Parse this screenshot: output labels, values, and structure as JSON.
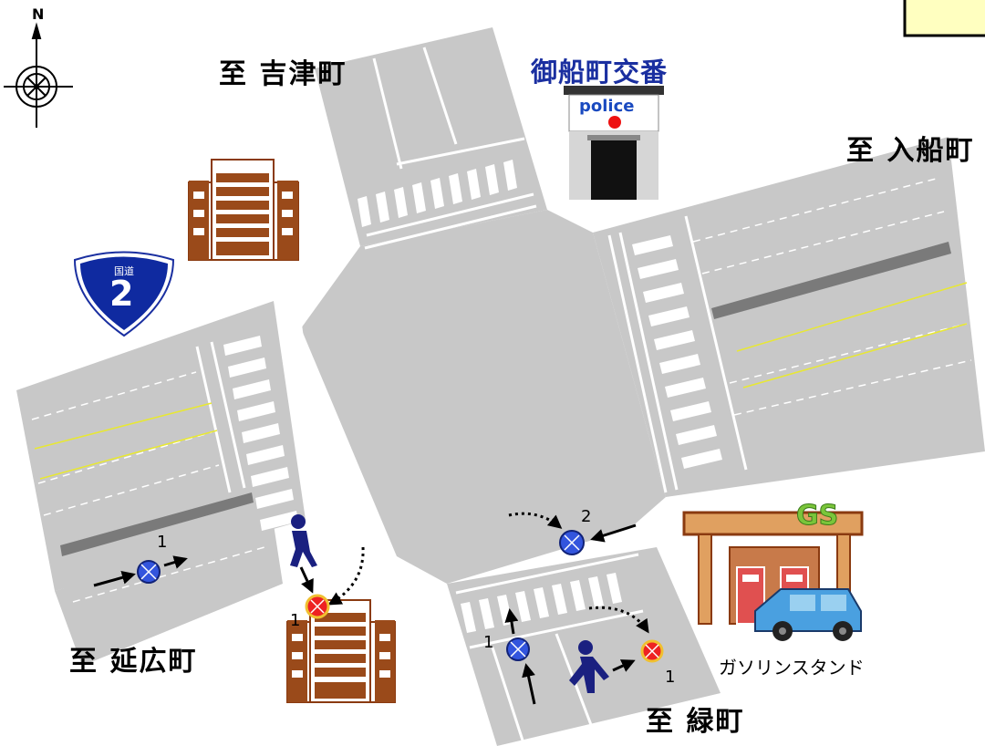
{
  "compass": {
    "north_label": "N"
  },
  "route_sign": {
    "kanji": "国道",
    "number": "2"
  },
  "destinations": {
    "north": "至 吉津町",
    "east": "至 入船町",
    "west": "至 延広町",
    "south": "至 緑町"
  },
  "police_box": {
    "title": "御船町交番",
    "sign": "police"
  },
  "gas_station": {
    "sign": "GS",
    "caption": "ガソリンスタンド"
  },
  "markers": {
    "west_blue": "1",
    "center_blue": "2",
    "west_red": "1",
    "south_blue": "1",
    "south_red": "1"
  },
  "colors": {
    "road": "#c8c8c8",
    "median": "#808080",
    "center_line": "#e8e832",
    "police_blue": "#1a2fa0",
    "marker_blue": "#3355dd",
    "marker_red": "#ee2222",
    "gs_green": "#7ac53a",
    "building_brown": "#9a4a1a"
  }
}
